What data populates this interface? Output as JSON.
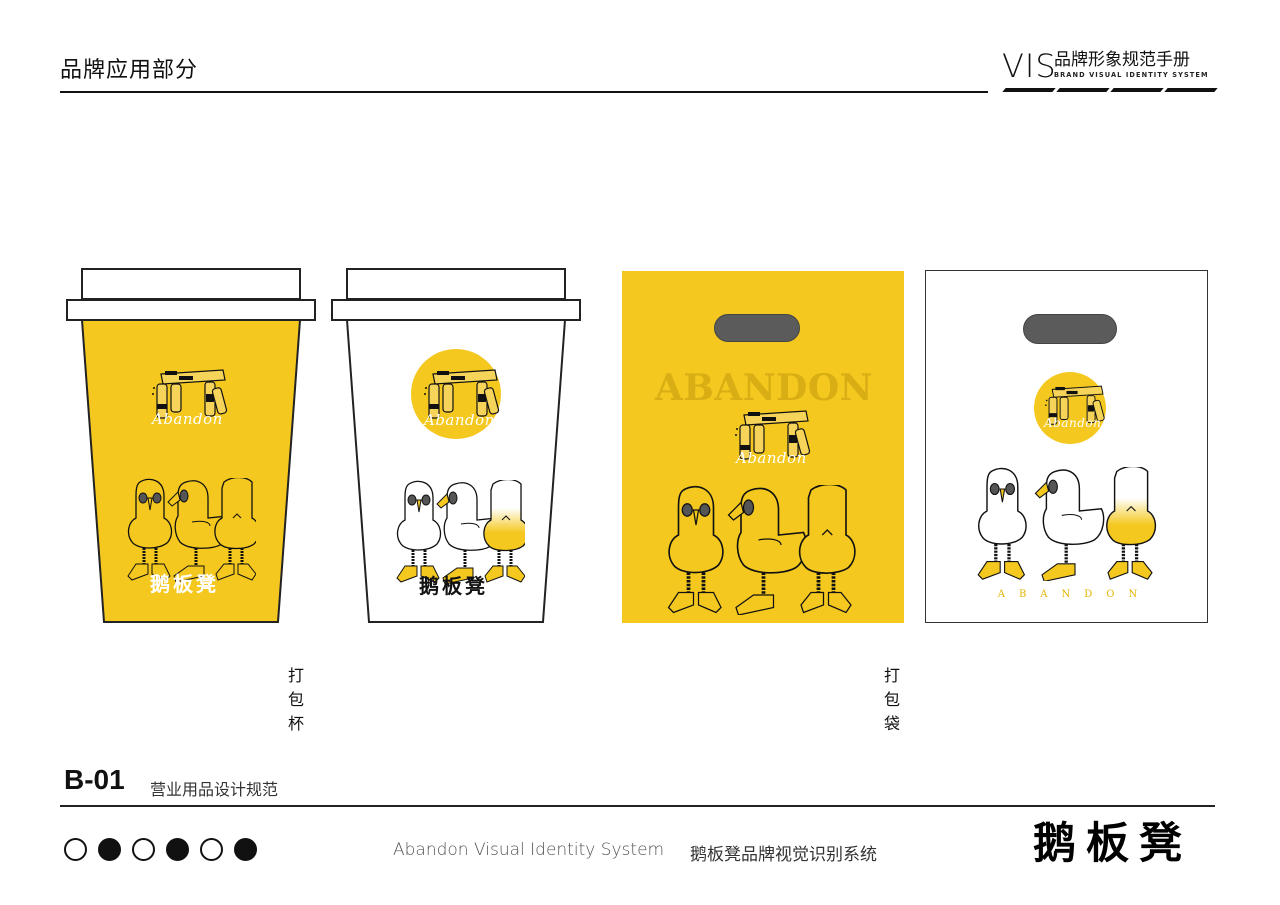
{
  "header": {
    "title": "品牌应用部分",
    "vis_logo": {
      "big": "VIS",
      "cn": "品牌形象规范手册",
      "en": "BRAND VISUAL IDENTITY SYSTEM"
    }
  },
  "colors": {
    "brand_yellow": "#f4c81f",
    "watermark_yellow": "#d9ae14",
    "handle_gray": "#5b5b5b",
    "ink": "#111111"
  },
  "products": {
    "cups": [
      {
        "variant": "yellow",
        "script": "Abandon",
        "brand": "鹅板凳"
      },
      {
        "variant": "white",
        "script": "Abandon",
        "brand": "鹅板凳"
      }
    ],
    "bags": [
      {
        "variant": "yellow",
        "watermark": "ABANDON",
        "script": "Abandon"
      },
      {
        "variant": "white",
        "script": "Abandon",
        "spaced_text": "ABANDON"
      }
    ],
    "captions": {
      "cup": "打包杯",
      "bag": "打包袋"
    }
  },
  "section": {
    "code": "B-01",
    "title": "营业用品设计规范"
  },
  "footer": {
    "dots": [
      "hollow",
      "filled",
      "hollow",
      "filled",
      "hollow",
      "filled"
    ],
    "en": "Abandon Visual Identity System",
    "cn": "鹅板凳品牌视觉识别系统",
    "logo": "鹅板凳"
  }
}
